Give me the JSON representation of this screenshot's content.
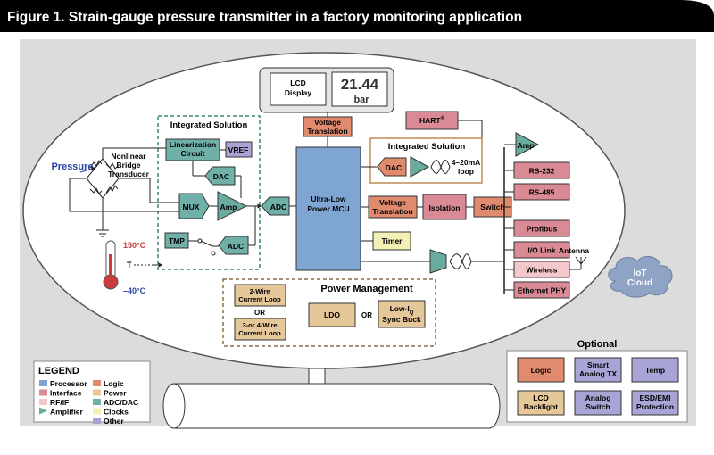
{
  "title": "Figure 1. Strain-gauge pressure transmitter in a factory monitoring application",
  "colors": {
    "header_bg": "#000000",
    "panel_bg": "#dcdcdc",
    "processor": "#7fa6d3",
    "interface": "#d98a94",
    "rf": "#f3c7cc",
    "amplifier": "#6aaba0",
    "logic": "#e08a6e",
    "power": "#e6c79a",
    "adc_dac": "#6fb1a8",
    "clocks": "#f3f0b5",
    "other": "#a9a4d6"
  },
  "lcd": {
    "label": "LCD\nDisplay",
    "readout": "21.44",
    "unit": "bar"
  },
  "integrated_left": {
    "title": "Integrated Solution",
    "linearization": "Linearization\nCircuit",
    "vref": "VREF",
    "dac": "DAC",
    "mux": "MUX",
    "amp": "Amp",
    "tmp": "TMP",
    "adc": "ADC"
  },
  "sensor": {
    "pressure": "Pressure",
    "bridge": "Nonlinear\nBridge\nTransducer",
    "temp_hi": "150°C",
    "temp_lo": "–40°C",
    "t_label": "T"
  },
  "adc_main": "ADC",
  "voltage_translation_top": "Voltage\nTranslation",
  "mcu": "Ultra-Low\nPower MCU",
  "timer": "Timer",
  "hart": "HART",
  "hart_sup": "®",
  "integrated_right": {
    "title": "Integrated Solution",
    "dac": "DAC",
    "loop": "4–20mA\nloop"
  },
  "voltage_translation_mid": "Voltage\nTranslation",
  "isolation": "Isolation",
  "switch": "Switch",
  "amp_right": "Amp",
  "bus": [
    "RS-232",
    "RS-485",
    "Profibus",
    "I/O Link",
    "Wireless",
    "Ethernet PHY"
  ],
  "antenna": "Antenna",
  "cloud": "IoT\nCloud",
  "power_mgmt": {
    "title": "Power Management",
    "two_wire": "2-Wire\nCurrent Loop",
    "or": "OR",
    "three_wire": "3-or 4-Wire\nCurrent Loop",
    "ldo": "LDO",
    "or2": "OR",
    "buck_pre": "Low-I",
    "buck_sub": "Q",
    "buck_post": "Sync Buck"
  },
  "legend": {
    "title": "LEGEND",
    "items": [
      {
        "label": "Processor",
        "color": "#7fa6d3"
      },
      {
        "label": "Interface",
        "color": "#d98a94"
      },
      {
        "label": "RF/IF",
        "color": "#f3c7cc"
      },
      {
        "label": "Amplifier",
        "color": "#6aaba0",
        "shape": "triangle"
      },
      {
        "label": "Logic",
        "color": "#e08a6e"
      },
      {
        "label": "Power",
        "color": "#e6c79a"
      },
      {
        "label": "ADC/DAC",
        "color": "#6fb1a8"
      },
      {
        "label": "Clocks",
        "color": "#f3f0b5"
      },
      {
        "label": "Other",
        "color": "#a9a4d6"
      }
    ]
  },
  "optional": {
    "title": "Optional",
    "items": [
      {
        "label": "Logic",
        "color": "#e08a6e"
      },
      {
        "label": "Smart\nAnalog TX",
        "color": "#a9a4d6"
      },
      {
        "label": "Temp",
        "color": "#a9a4d6"
      },
      {
        "label": "LCD\nBacklight",
        "color": "#e6c79a"
      },
      {
        "label": "Analog\nSwitch",
        "color": "#a9a4d6"
      },
      {
        "label": "ESD/EMI\nProtection",
        "color": "#a9a4d6"
      }
    ]
  }
}
